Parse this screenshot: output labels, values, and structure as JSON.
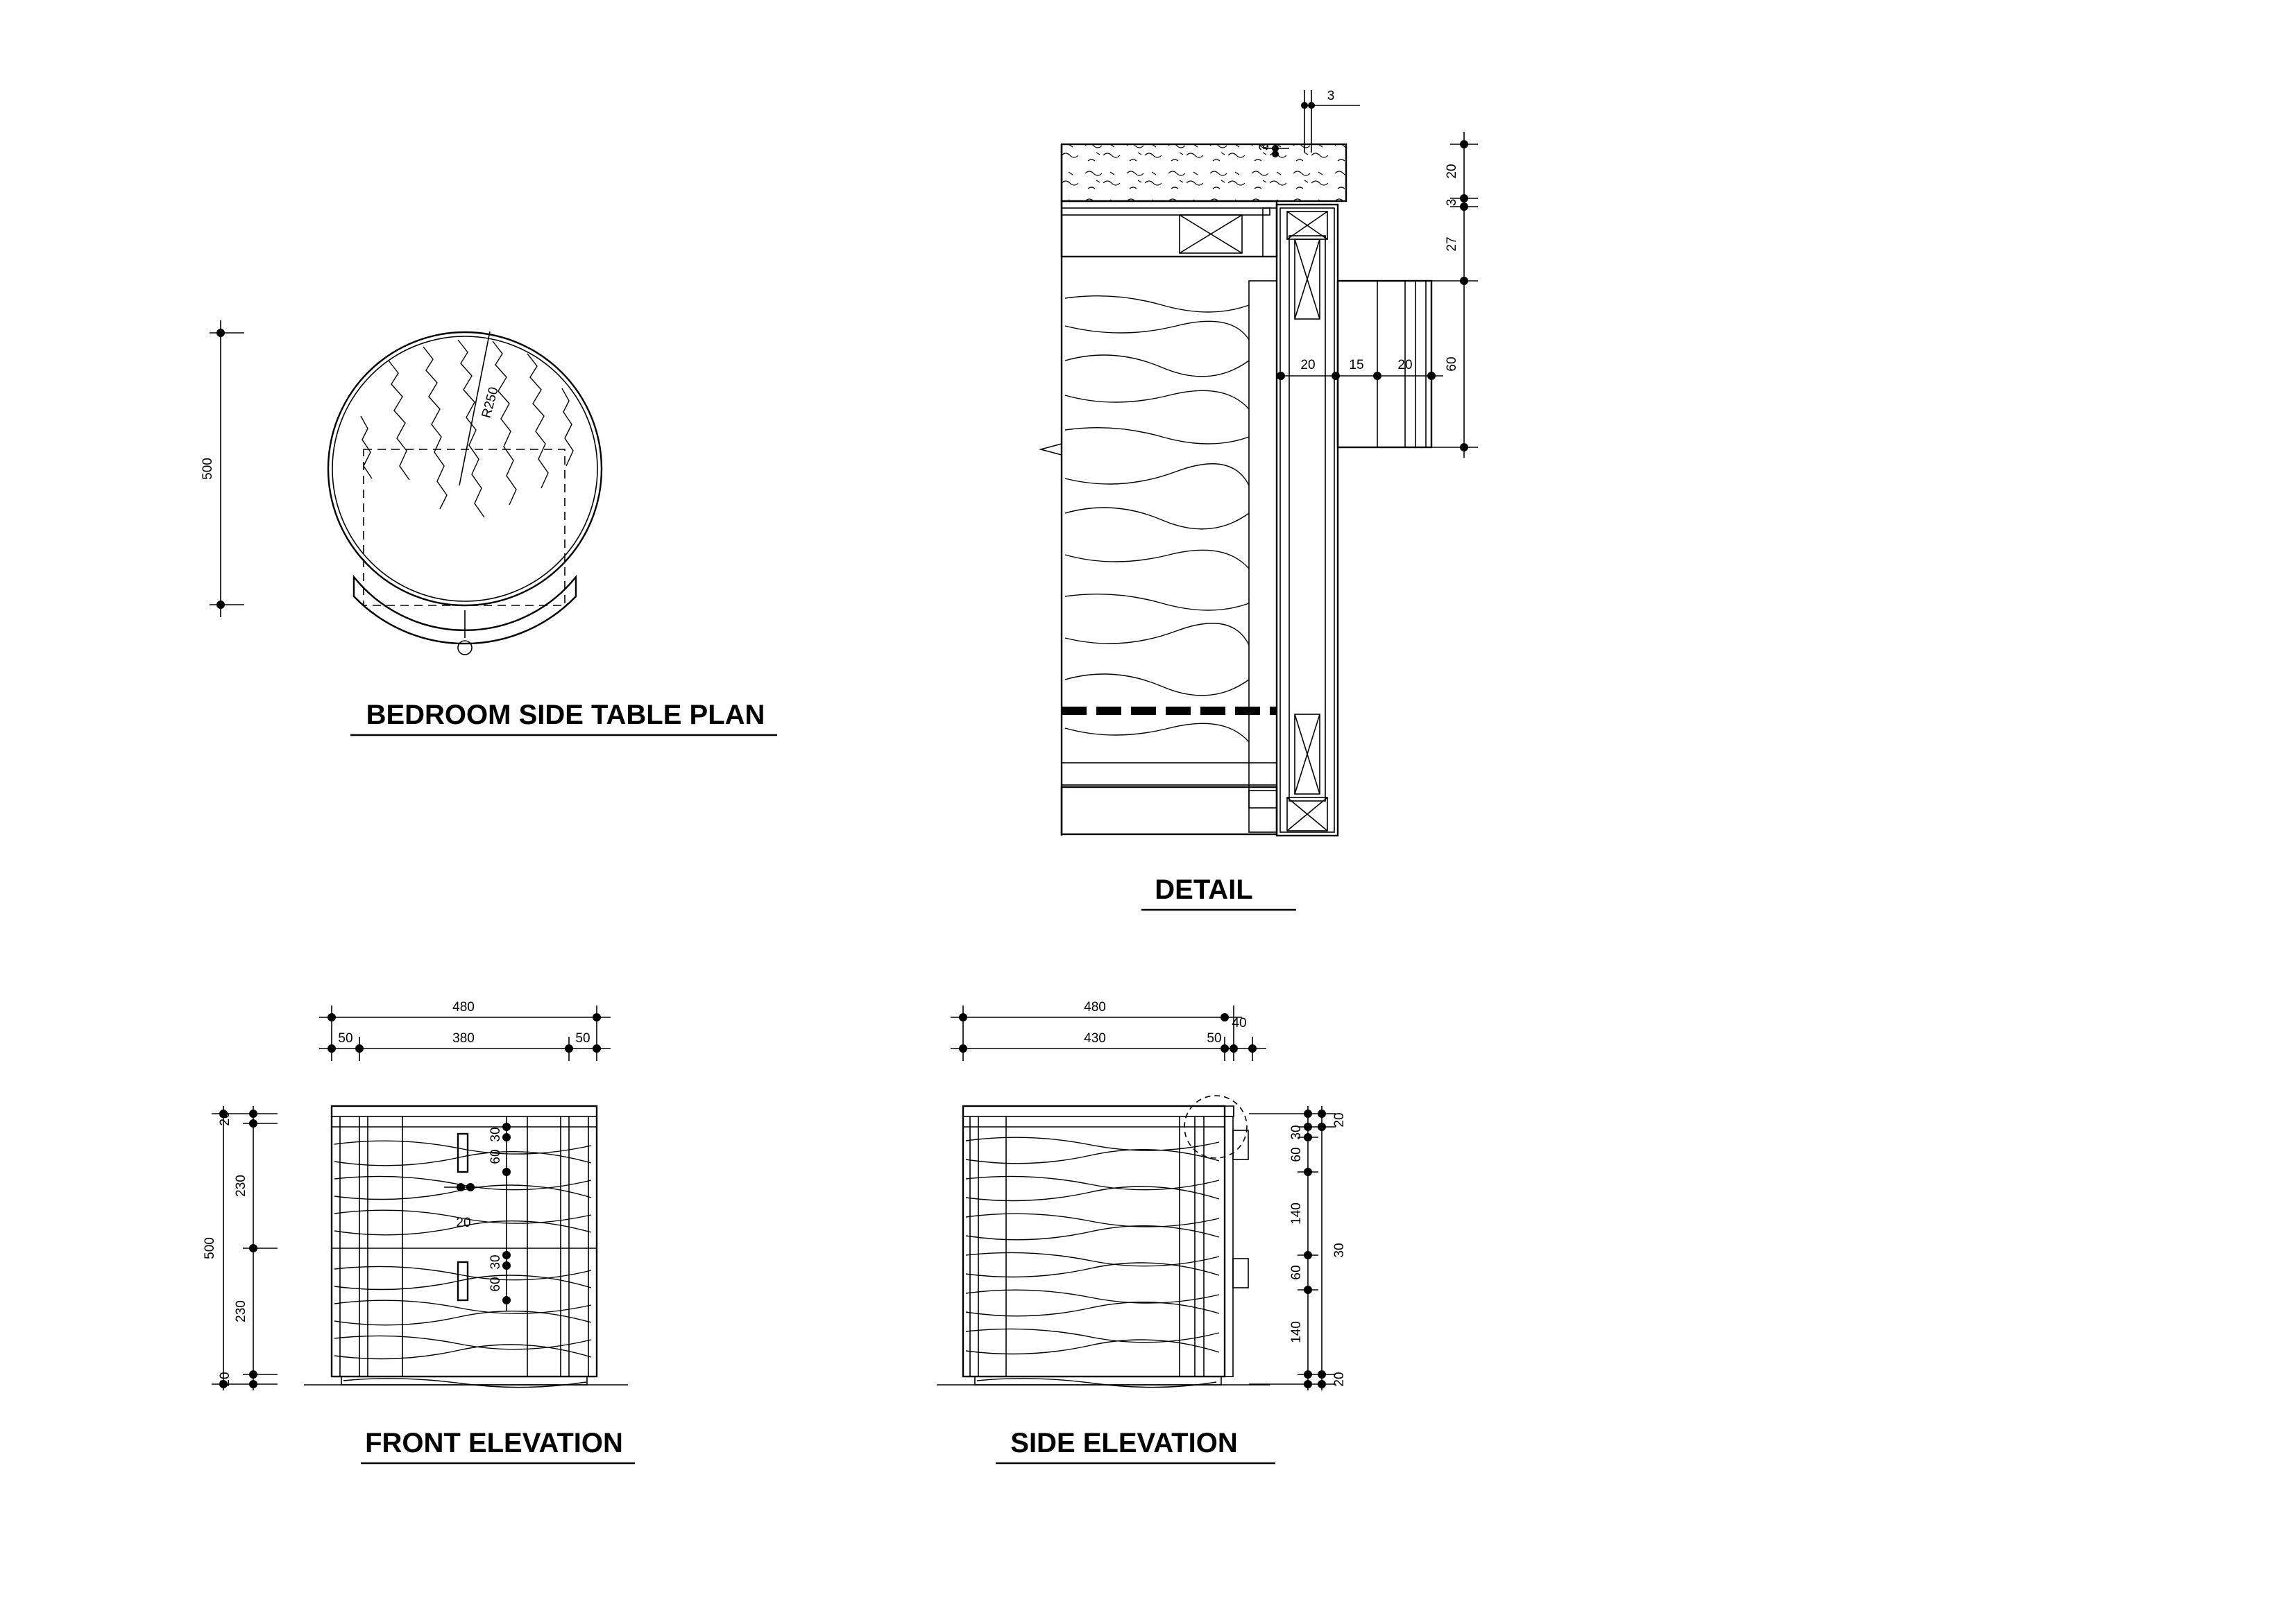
{
  "titles": {
    "plan": "BEDROOM SIDE TABLE PLAN",
    "detail": "DETAIL",
    "front": "FRONT ELEVATION",
    "side": "SIDE ELEVATION"
  },
  "plan": {
    "height": "500",
    "radius": "R250"
  },
  "detail": {
    "gap_top": "3",
    "gap_top2": "3",
    "right": [
      "20",
      "3",
      "27",
      "60"
    ],
    "horizontal": [
      "20",
      "15",
      "20"
    ]
  },
  "front": {
    "overall": "480",
    "segments": [
      "50",
      "380",
      "50"
    ],
    "left_outer": "500",
    "left": [
      "20",
      "230",
      "230",
      "20"
    ],
    "handle": [
      "30",
      "60",
      "20",
      "30",
      "60"
    ]
  },
  "side": {
    "overall": "480",
    "segments": [
      "430",
      "50"
    ],
    "overhang": "40",
    "inner": [
      "30",
      "60",
      "140",
      "60",
      "140"
    ],
    "outer": [
      "20",
      "30",
      "20"
    ]
  }
}
